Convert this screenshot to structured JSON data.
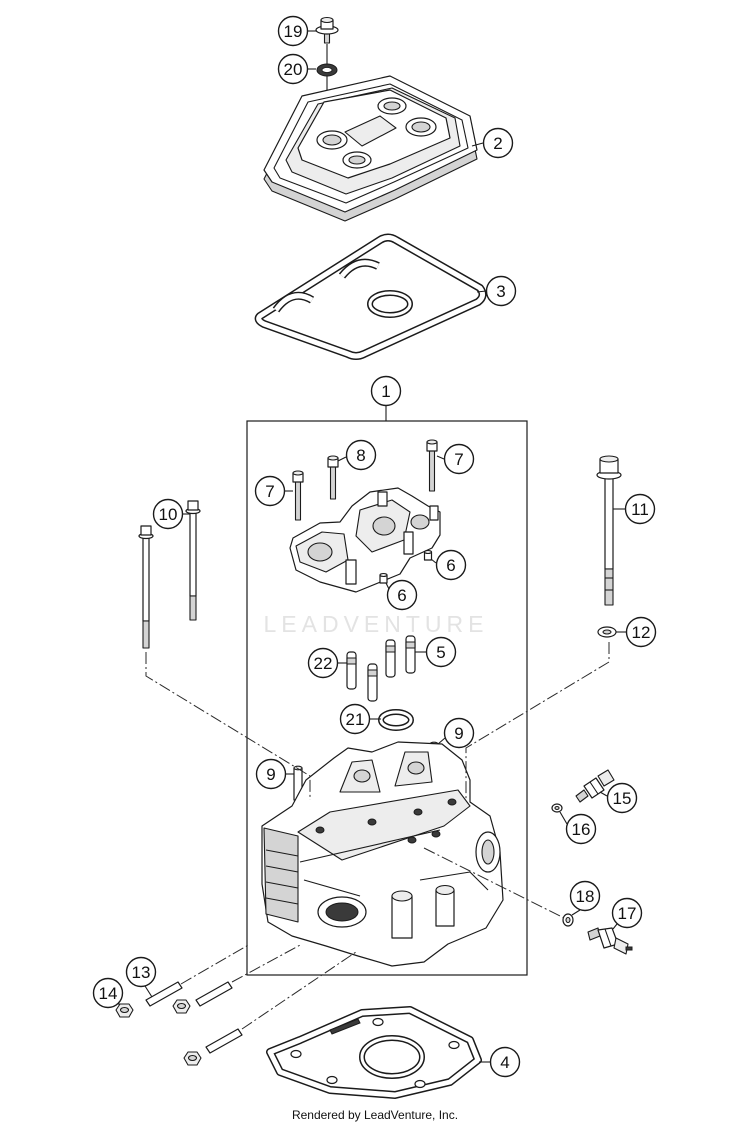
{
  "diagram": {
    "watermark": "LEADVENTURE",
    "footer": "Rendered by LeadVenture, Inc."
  },
  "callouts": [
    "19",
    "20",
    "2",
    "3",
    "1",
    "8",
    "7",
    "7",
    "10",
    "11",
    "6",
    "6",
    "12",
    "5",
    "22",
    "21",
    "9",
    "9",
    "15",
    "16",
    "18",
    "17",
    "13",
    "14",
    "4"
  ]
}
